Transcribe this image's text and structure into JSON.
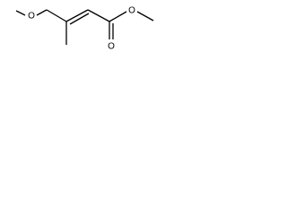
{
  "molecule": {
    "atoms": [
      {
        "id": "methoxy_left_O",
        "label": "O"
      },
      {
        "id": "carbonyl_O",
        "label": "O"
      },
      {
        "id": "ester_O",
        "label": "O"
      }
    ]
  }
}
